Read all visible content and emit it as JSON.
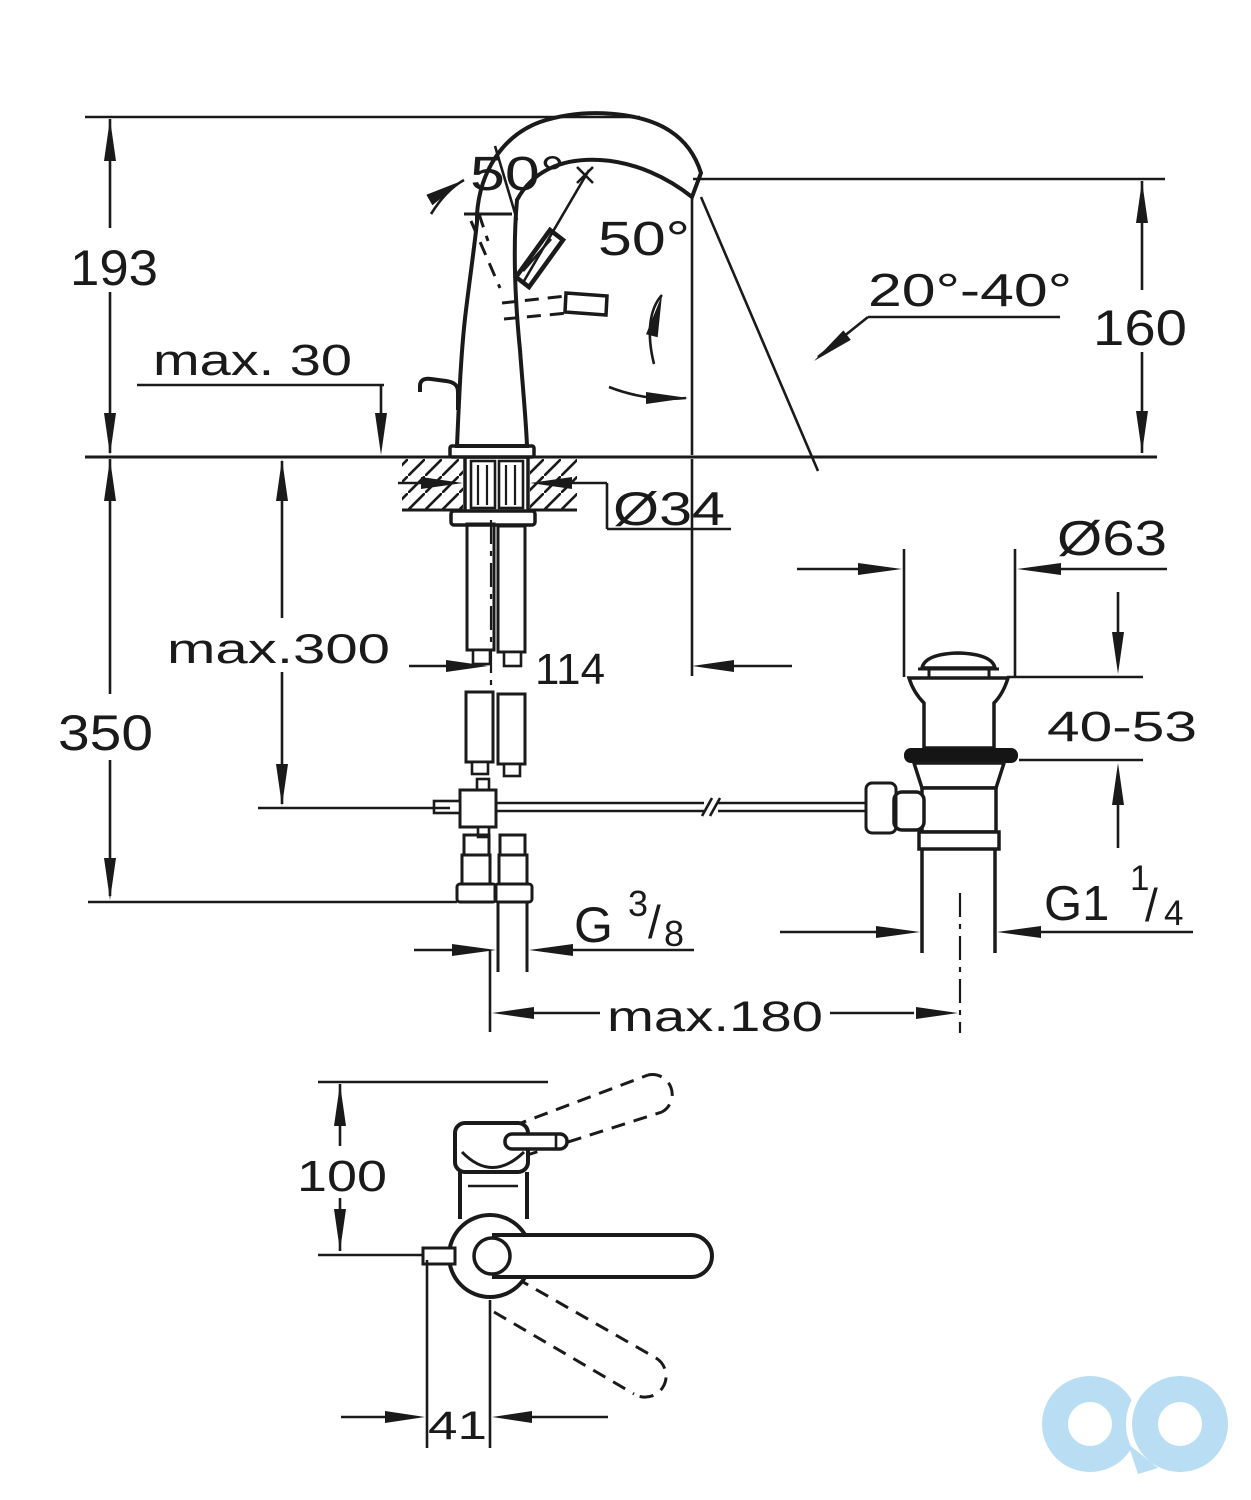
{
  "title": "Single-lever basin mixer - installation dimension drawing",
  "colors": {
    "line": "#1a1a1a",
    "background": "#ffffff",
    "logo_blue": "#b9ddf2"
  },
  "front_view": {
    "overall_height": "193",
    "deck_thickness_max": "max. 30",
    "spout_angle": "50°",
    "handle_angle": "50°",
    "spray_angle_range": "20°-40°",
    "outlet_height": "160",
    "shank_diameter": "Ø34",
    "hose_drop_max": "max.300",
    "spout_reach": "114",
    "below_deck_total": "350",
    "supply_thread": {
      "prefix": "G",
      "numerator": "3",
      "slash": "/",
      "denominator": "8"
    }
  },
  "drain_view": {
    "flange_diameter": "Ø63",
    "deck_clamp_range": "40-53",
    "waste_thread": {
      "prefix": "G1",
      "numerator": "1",
      "slash": "/",
      "denominator": "4"
    },
    "center_distance_max": "max.180"
  },
  "side_view": {
    "body_height": "100",
    "handle_offset": "41"
  }
}
